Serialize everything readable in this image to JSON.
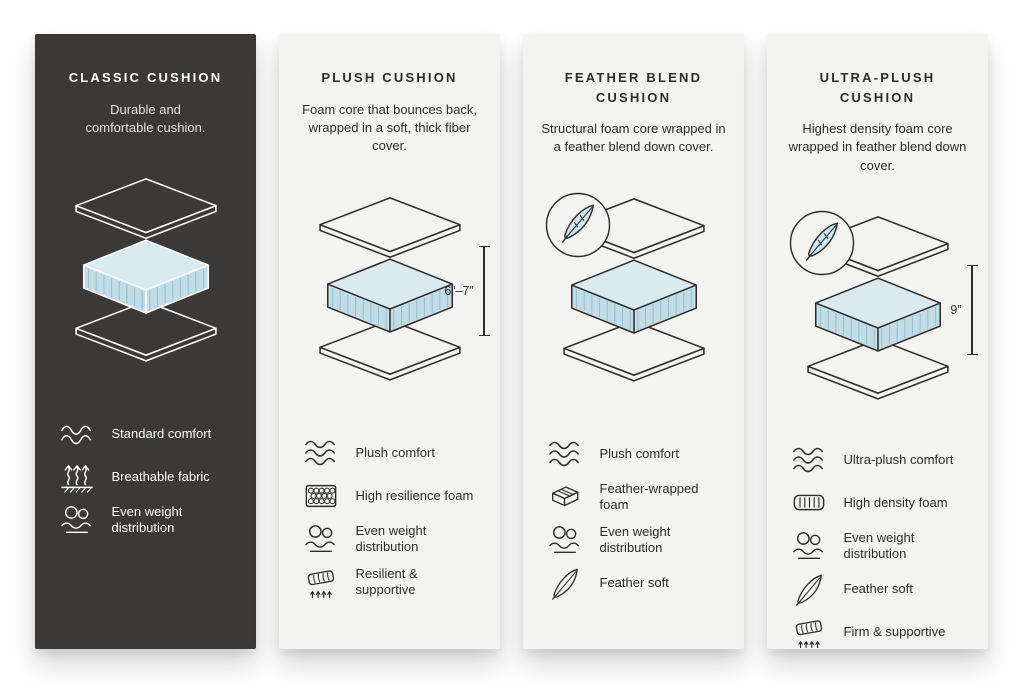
{
  "colors": {
    "dark_card": "#3a3937",
    "light_card": "#f3f3f1",
    "foam_top": "#d9ebf1",
    "foam_side": "#c3dde7",
    "foam_stripe": "#9cc0cc",
    "ink": "#2e2d2b"
  },
  "cards": [
    {
      "title": "CLASSIC CUSHION",
      "description": "Durable and comfortable cushion.",
      "features": [
        {
          "icon": "wave-2-icon",
          "icon_ref": "#sym-wave2",
          "label": "Standard comfort"
        },
        {
          "icon": "breathable-icon",
          "icon_ref": "#sym-breathable",
          "label": "Breathable fabric"
        },
        {
          "icon": "weight-distribution-icon",
          "icon_ref": "#sym-weight",
          "label": "Even weight distribution"
        }
      ]
    },
    {
      "title": "PLUSH CUSHION",
      "description": "Foam core that bounces back, wrapped in a soft, thick fiber cover.",
      "measurement": "6”–7”",
      "features": [
        {
          "icon": "wave-3-icon",
          "icon_ref": "#sym-wave3",
          "label": "Plush comfort"
        },
        {
          "icon": "resilience-foam-icon",
          "icon_ref": "#sym-honeycomb",
          "label": "High resilience foam"
        },
        {
          "icon": "weight-distribution-icon",
          "icon_ref": "#sym-weight",
          "label": "Even weight distribution"
        },
        {
          "icon": "resilient-supportive-icon",
          "icon_ref": "#sym-supportive",
          "label": "Resilient & supportive"
        }
      ]
    },
    {
      "title": "FEATHER BLEND CUSHION",
      "description": "Structural foam core wrapped in a feather blend down cover.",
      "features": [
        {
          "icon": "wave-3-icon",
          "icon_ref": "#sym-wave3",
          "label": "Plush comfort"
        },
        {
          "icon": "feather-wrapped-foam-icon",
          "icon_ref": "#sym-wrapped",
          "label": "Feather-wrapped foam"
        },
        {
          "icon": "weight-distribution-icon",
          "icon_ref": "#sym-weight",
          "label": "Even weight distribution"
        },
        {
          "icon": "feather-icon",
          "icon_ref": "#sym-feather",
          "label": "Feather soft"
        }
      ]
    },
    {
      "title": "ULTRA-PLUSH CUSHION",
      "description": "Highest density foam core wrapped in feather blend down cover.",
      "measurement": "9”",
      "features": [
        {
          "icon": "wave-3-icon",
          "icon_ref": "#sym-wave3",
          "label": "Ultra-plush comfort"
        },
        {
          "icon": "high-density-foam-icon",
          "icon_ref": "#sym-hdfoam",
          "label": "High density foam"
        },
        {
          "icon": "weight-distribution-icon",
          "icon_ref": "#sym-weight",
          "label": "Even weight distribution"
        },
        {
          "icon": "feather-icon",
          "icon_ref": "#sym-feather",
          "label": "Feather soft"
        },
        {
          "icon": "firm-supportive-icon",
          "icon_ref": "#sym-supportive",
          "label": "Firm & supportive"
        }
      ]
    }
  ]
}
